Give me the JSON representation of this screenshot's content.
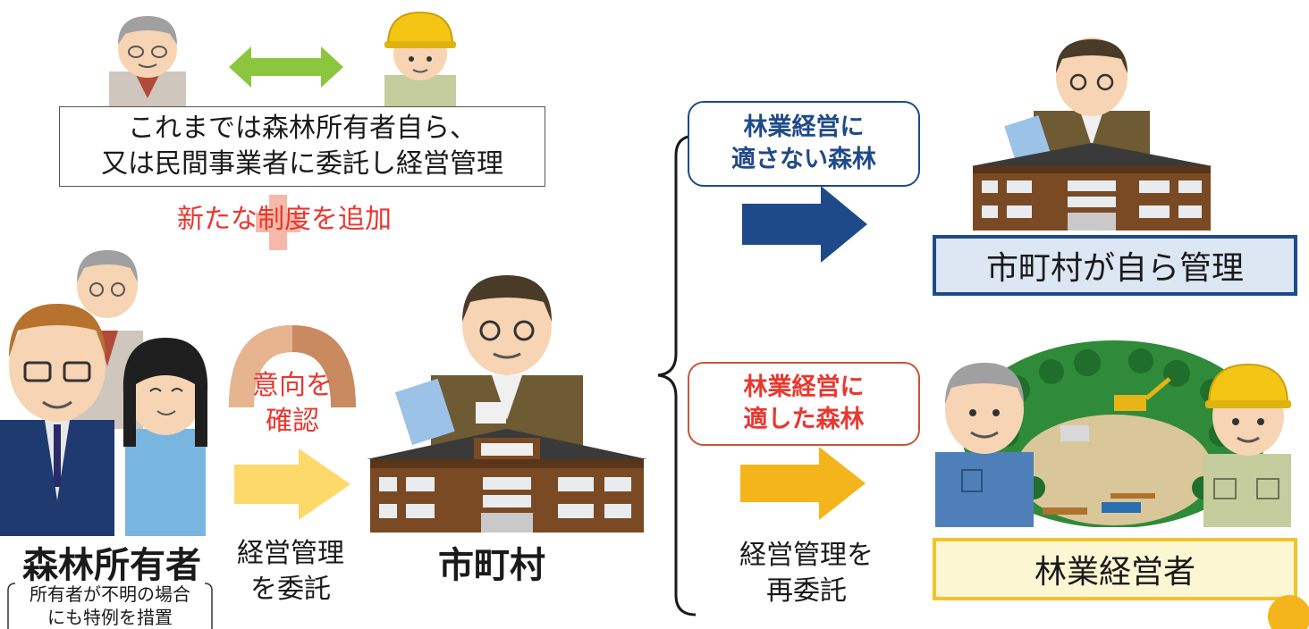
{
  "previous_system": {
    "line1": "これまでは森林所有者自ら、",
    "line2": "又は民間事業者に委託し経営管理"
  },
  "new_system_text": "新たな制度を追加",
  "confirm_intent": {
    "line1": "意向を",
    "line2": "確認"
  },
  "entrust_management": {
    "line1": "経営管理",
    "line2": "を委託"
  },
  "forest_owner": "森林所有者",
  "owner_note": {
    "line1": "所有者が不明の場合",
    "line2": "にも特例を措置"
  },
  "municipality": "市町村",
  "unsuitable_forest": {
    "line1": "林業経営に",
    "line2": "適さない森林"
  },
  "suitable_forest": {
    "line1": "林業経営に",
    "line2": "適した森林"
  },
  "municipality_self_manage": "市町村が自ら管理",
  "re_entrust": {
    "line1": "経営管理を",
    "line2": "再委託"
  },
  "forestry_operator": "林業経営者",
  "colors": {
    "blue": "#1f4a8a",
    "red": "#e8372f",
    "yellow": "#f3c32b",
    "light_yellow": "#fdd96a",
    "green": "#8cc63f",
    "brown": "#c98a5f",
    "building": "#7a4a24"
  }
}
